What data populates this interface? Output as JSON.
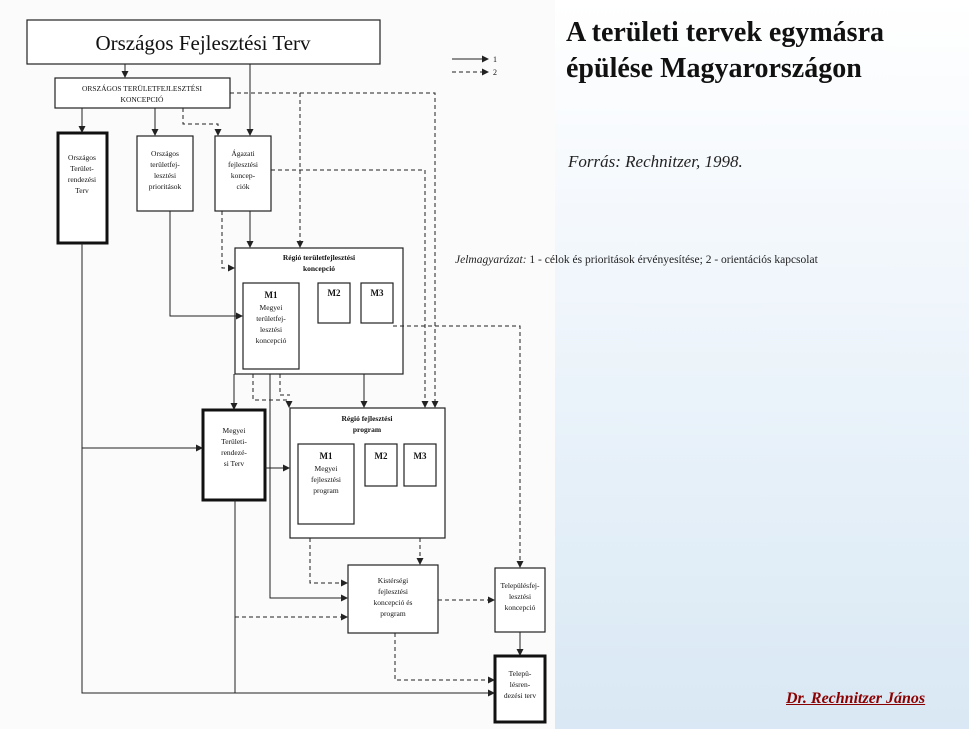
{
  "title": "A területi tervek egymásra épülése Magyarországon",
  "source": "Forrás: Rechnitzer, 1998.",
  "legend_caption": {
    "heading": "Jelmagyarázat:",
    "text": " 1 - célok és prioritások érvényesítése; 2 - orientációs kapcsolat"
  },
  "legend": {
    "solid": "1",
    "dashed": "2"
  },
  "author": "Dr. Rechnitzer János",
  "boxes": {
    "oft": "Országos Fejlesztési Terv",
    "otk": [
      "ORSZÁGOS TERÜLETFEJLESZTÉSI",
      "KONCEPCIÓ"
    ],
    "otrt": [
      "Országos",
      "Terület-",
      "rendezési",
      "Terv"
    ],
    "otfp": [
      "Országos",
      "területfej-",
      "lesztési",
      "prioritások"
    ],
    "afk": [
      "Ágazati",
      "fejlesztési",
      "koncep-",
      "ciók"
    ],
    "rtk": [
      "Régió területfejlesztési",
      "koncepció"
    ],
    "rtk_m1": [
      "M1",
      "Megyei",
      "területfej-",
      "lesztési",
      "koncepció"
    ],
    "rtk_m2": "M2",
    "rtk_m3": "M3",
    "mtrt": [
      "Megyei",
      "Területi-",
      "rendezé-",
      "si Terv"
    ],
    "rfp": [
      "Régió fejlesztési",
      "program"
    ],
    "rfp_m1": [
      "M1",
      "Megyei",
      "fejlesztési",
      "program"
    ],
    "rfp_m2": "M2",
    "rfp_m3": "M3",
    "ktfk": [
      "Kistérségi",
      "fejlesztési",
      "koncepció és",
      "program"
    ],
    "tfk": [
      "Településfej-",
      "lesztési",
      "koncepció"
    ],
    "trt": [
      "Telepü-",
      "lésren-",
      "dezési terv"
    ]
  }
}
